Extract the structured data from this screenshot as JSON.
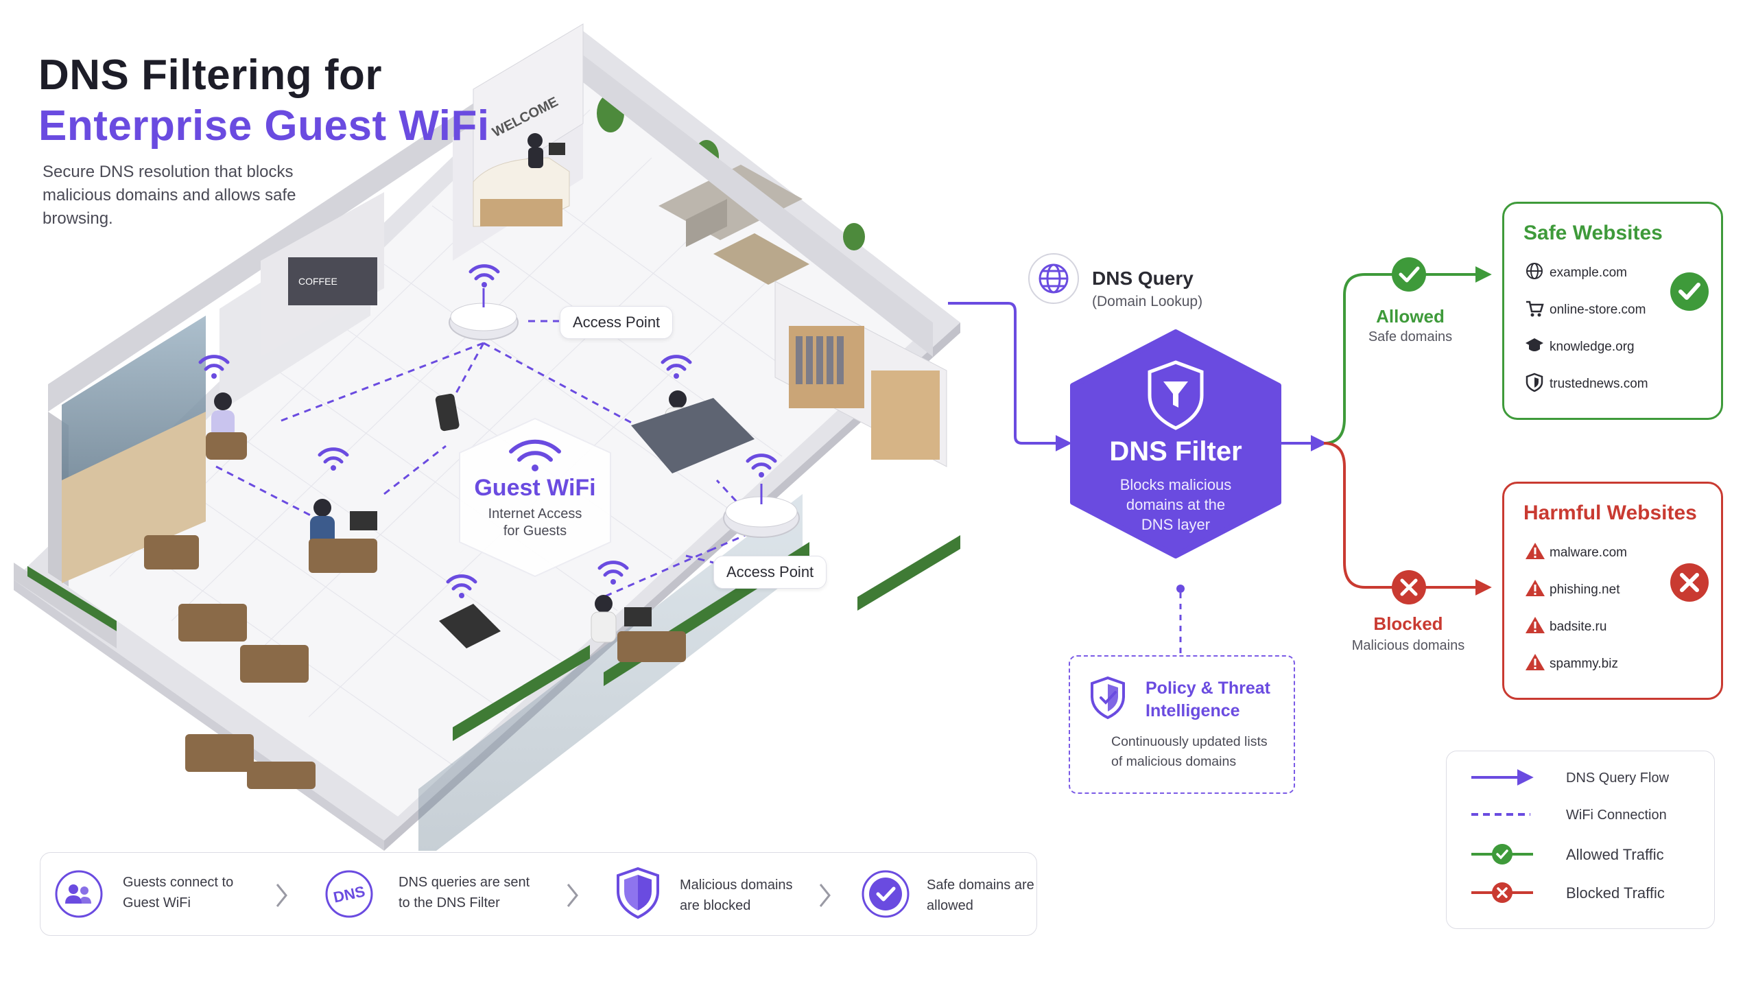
{
  "title": {
    "line1": "DNS Filtering for",
    "line2": "Enterprise Guest WiFi"
  },
  "subtitle": "Secure DNS resolution that blocks malicious domains and allows safe browsing.",
  "floor": {
    "welcome_sign": "WELCOME",
    "cafe_sign": "COFFEE",
    "access_point_1": "Access Point",
    "access_point_2": "Access Point",
    "guest_wifi": {
      "title": "Guest WiFi",
      "sub_line1": "Internet Access",
      "sub_line2": "for Guests"
    }
  },
  "dns_query": {
    "title": "DNS Query",
    "sub": "(Domain Lookup)"
  },
  "dns_filter": {
    "title": "DNS Filter",
    "line1": "Blocks malicious",
    "line2": "domains at the",
    "line3": "DNS layer"
  },
  "policy": {
    "title_line1": "Policy & Threat",
    "title_line2": "Intelligence",
    "desc_line1": "Continuously updated lists",
    "desc_line2": "of malicious domains"
  },
  "allowed": {
    "label": "Allowed",
    "sub": "Safe domains"
  },
  "blocked": {
    "label": "Blocked",
    "sub": "Malicious domains"
  },
  "safe_sites": {
    "title": "Safe Websites",
    "items": [
      {
        "icon": "globe-icon",
        "domain": "example.com"
      },
      {
        "icon": "cart-icon",
        "domain": "online-store.com"
      },
      {
        "icon": "graduation-cap-icon",
        "domain": "knowledge.org"
      },
      {
        "icon": "shield-icon",
        "domain": "trustednews.com"
      }
    ]
  },
  "harmful_sites": {
    "title": "Harmful Websites",
    "items": [
      {
        "icon": "warning-icon",
        "domain": "malware.com"
      },
      {
        "icon": "warning-icon",
        "domain": "phishing.net"
      },
      {
        "icon": "warning-icon",
        "domain": "badsite.ru"
      },
      {
        "icon": "warning-icon",
        "domain": "spammy.biz"
      }
    ]
  },
  "legend": {
    "items": [
      "DNS Query Flow",
      "WiFi Connection",
      "Allowed Traffic",
      "Blocked Traffic"
    ]
  },
  "steps": [
    {
      "line1": "Guests connect to",
      "line2": "Guest WiFi"
    },
    {
      "line1": "DNS queries are sent",
      "line2": "to the DNS Filter",
      "icon_text": "DNS"
    },
    {
      "line1": "Malicious domains",
      "line2": "are blocked"
    },
    {
      "line1": "Safe domains are",
      "line2": "allowed"
    }
  ],
  "colors": {
    "purple": "#6a4be0",
    "green": "#3e9a3a",
    "red": "#c93a31",
    "dark": "#1d1d28"
  }
}
